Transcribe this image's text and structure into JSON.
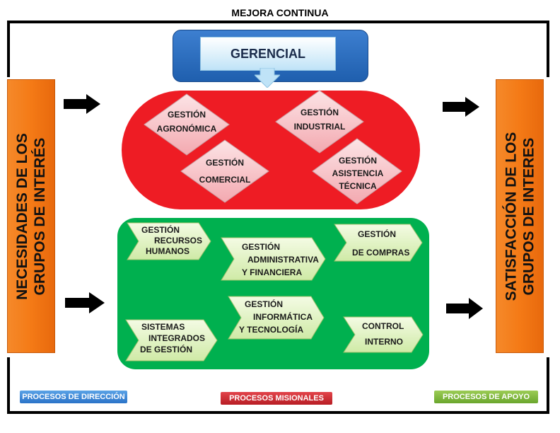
{
  "title": "MEJORA CONTINUA",
  "left_panel": "NECESIDADES DE LOS\nGRUPOS DE INTERÉS",
  "right_panel": "SATISFACCIÓN DE LOS\nGRUPOS DE INTERES",
  "gerencial": "GERENCIAL",
  "misionales": [
    {
      "line1": "GESTIÓN",
      "line2": "AGRONÓMICA"
    },
    {
      "line1": "GESTIÓN",
      "line2": "INDUSTRIAL"
    },
    {
      "line1": "GESTIÓN",
      "line2": "COMERCIAL"
    },
    {
      "line1": "GESTIÓN",
      "line2": "ASISTENCIA",
      "line3": "TÉCNICA"
    }
  ],
  "apoyo": [
    {
      "line1": "GESTIÓN",
      "line2": "RECURSOS",
      "line3": "HUMANOS"
    },
    {
      "line1": "GESTIÓN",
      "line2": "ADMINISTRATIVA",
      "line3": "Y FINANCIERA"
    },
    {
      "line1": "GESTIÓN",
      "line2": "DE COMPRAS"
    },
    {
      "line1": "GESTIÓN",
      "line2": "INFORMÁTICA",
      "line3": "Y TECNOLOGÍA"
    },
    {
      "line1": "SISTEMAS",
      "line2": "INTEGRADOS",
      "line3": "DE GESTIÓN"
    },
    {
      "line1": "CONTROL",
      "line2": "INTERNO"
    }
  ],
  "legend": {
    "direccion": "PROCESOS DE DIRECCIÓN",
    "misionales": "PROCESOS MISIONALES",
    "apoyo": "PROCESOS DE APOYO"
  },
  "colors": {
    "direccion": "#2a73c8",
    "misionales": "#ee1c24",
    "apoyo": "#00b04f",
    "side_panels": "#f47a16"
  }
}
